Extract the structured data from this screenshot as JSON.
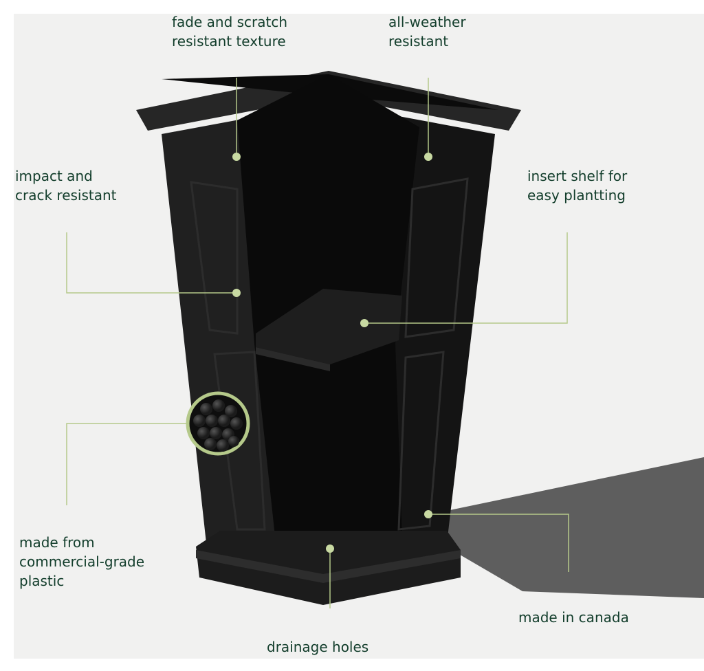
{
  "features": {
    "fade": "fade and scratch\nresistant texture",
    "weather": "all-weather\nresistant",
    "impact": "impact and\ncrack resistant",
    "shelf": "insert shelf for\neasy plantting",
    "plastic": "made from\ncommercial-grade\nplastic",
    "canada": "made in canada",
    "drainage": "drainage holes"
  },
  "colors": {
    "text": "#123d2b",
    "line": "#b5c98a",
    "planter": "#1a1a1a"
  }
}
